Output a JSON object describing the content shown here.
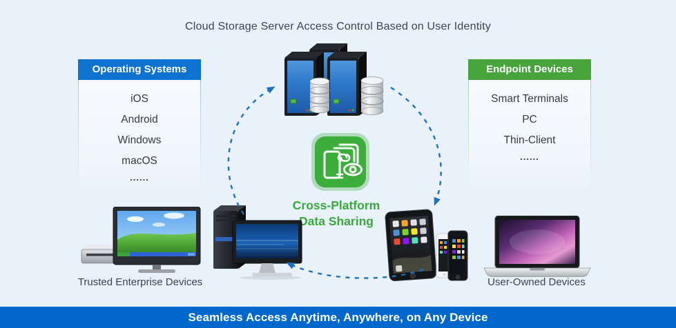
{
  "title": "Cloud Storage Server Access Control Based on User Identity",
  "os_panel": {
    "header": "Operating Systems",
    "items": [
      "iOS",
      "Android",
      "Windows",
      "macOS",
      "......"
    ]
  },
  "endpoint_panel": {
    "header": "Endpoint Devices",
    "items": [
      "Smart Terminals",
      "PC",
      "Thin-Client",
      "......"
    ]
  },
  "center": {
    "caption_line1": "Cross-Platform",
    "caption_line2": "Data Sharing"
  },
  "captions": {
    "trusted": "Trusted Enterprise Devices",
    "user_owned": "User-Owned Devices"
  },
  "footer": {
    "text": "Seamless Access Anytime, Anywhere, on Any Device"
  },
  "icons": {
    "servers": "cloud-storage-servers-icon",
    "sharing": "cross-platform-data-sharing-icon",
    "trusted_devices": "thin-client-monitor-icon",
    "desktop": "desktop-pc-icon",
    "mobile": "tablet-smartphones-icon",
    "laptop": "macbook-laptop-icon",
    "arrows": "dashed-cycle-arrows"
  },
  "colors": {
    "background": "#e9f1fa",
    "os_header_blue": "#0e72d0",
    "endpoint_header_green": "#47a43c",
    "sharing_green": "#3bae3b",
    "caption_green": "#3aa93c",
    "arrow_blue": "#1e6fc0",
    "footer_bar_blue": "#0068cd",
    "footer_text": "#ffffff",
    "title_text": "#3b4550"
  }
}
